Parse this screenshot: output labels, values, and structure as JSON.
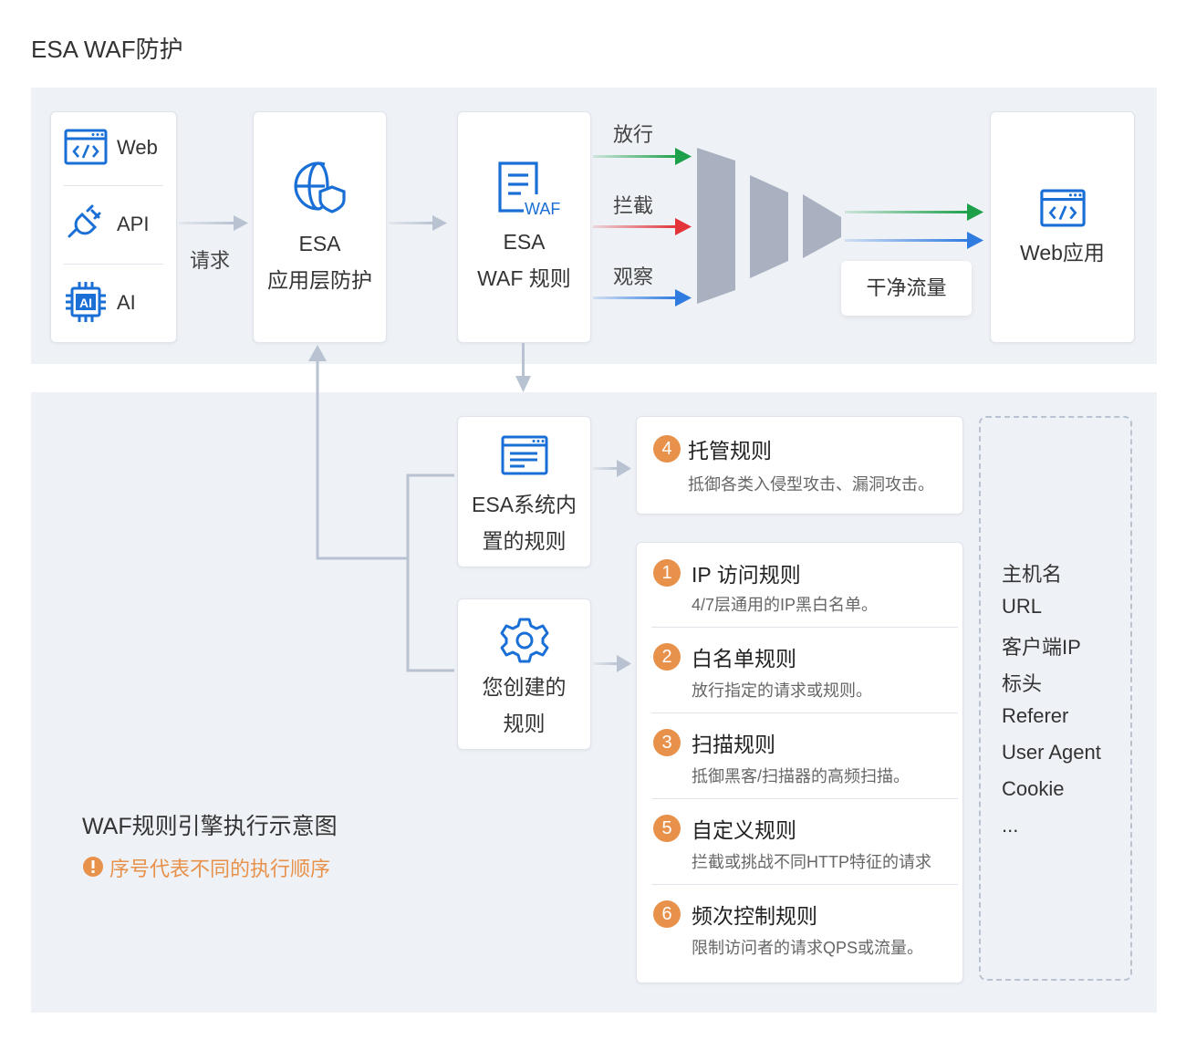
{
  "title": "ESA WAF防护",
  "sources": [
    {
      "label": "Web",
      "icon": "code-window-icon"
    },
    {
      "label": "API",
      "icon": "plug-icon"
    },
    {
      "label": "AI",
      "icon": "ai-chip-icon"
    }
  ],
  "request_label": "请求",
  "esa_protection": {
    "line1": "ESA",
    "line2": "应用层防护",
    "icon": "globe-shield-icon"
  },
  "waf_rules": {
    "line1": "ESA",
    "line2": "WAF 规则",
    "icon": "waf-document-icon",
    "icon_text": "WAF"
  },
  "actions": [
    "放行",
    "拦截",
    "观察"
  ],
  "clean_traffic": "干净流量",
  "web_app": {
    "label": "Web应用",
    "icon": "code-window-icon"
  },
  "builtin_rules": {
    "line1": "ESA系统内",
    "line2": "置的规则",
    "icon": "window-list-icon"
  },
  "custom_rules": {
    "line1": "您创建的",
    "line2": "规则",
    "icon": "gear-icon"
  },
  "managed_rule": {
    "number": "4",
    "title": "托管规则",
    "desc": "抵御各类入侵型攻击、漏洞攻击。"
  },
  "user_rules": [
    {
      "number": "1",
      "title": "IP 访问规则",
      "desc": "4/7层通用的IP黑白名单。"
    },
    {
      "number": "2",
      "title": "白名单规则",
      "desc": "放行指定的请求或规则。"
    },
    {
      "number": "3",
      "title": "扫描规则",
      "desc": "抵御黑客/扫描器的高频扫描。"
    },
    {
      "number": "5",
      "title": "自定义规则",
      "desc": "拦截或挑战不同HTTP特征的请求"
    },
    {
      "number": "6",
      "title": "频次控制规则",
      "desc": "限制访问者的请求QPS或流量。"
    }
  ],
  "match_fields": [
    "主机名",
    "URL",
    "客户端IP",
    "标头",
    "Referer",
    "User Agent",
    "Cookie",
    "..."
  ],
  "diagram_caption": "WAF规则引擎执行示意图",
  "order_note": "序号代表不同的执行顺序",
  "colors": {
    "accent_blue": "#1a6fd6",
    "allow_green": "#1ea04a",
    "block_red": "#e3343a",
    "observe_blue": "#2f7be0",
    "badge_orange": "#e8914a",
    "connector_gray": "#b8c2d1",
    "funnel_gray": "#a9b0bf"
  }
}
